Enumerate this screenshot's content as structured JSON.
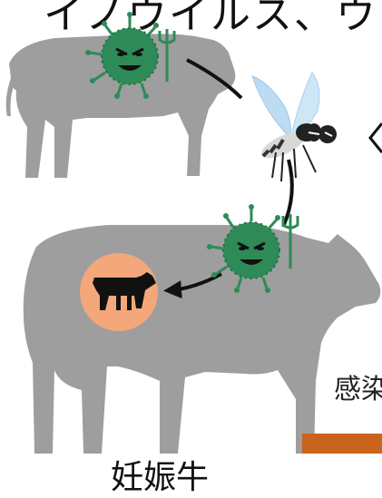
{
  "header": {
    "title_partial": "イノウイルス、ウ"
  },
  "labels": {
    "pregnant_cow": "妊娠牛",
    "infection_partial": "感染"
  },
  "icons": {
    "virus_top": "virus-devil-icon",
    "virus_bottom": "virus-devil-icon",
    "mosquito": "mosquito-icon",
    "fetus": "calf-fetus-icon",
    "cow_top": "cow-silhouette-icon",
    "cow_bottom": "pregnant-cow-silhouette-icon"
  },
  "colors": {
    "cow": "#9e9e9e",
    "virus": "#2e8b57",
    "virus_dark": "#1f6b42",
    "womb": "#f4a77a",
    "bar": "#c8641c",
    "arrow": "#111111"
  }
}
